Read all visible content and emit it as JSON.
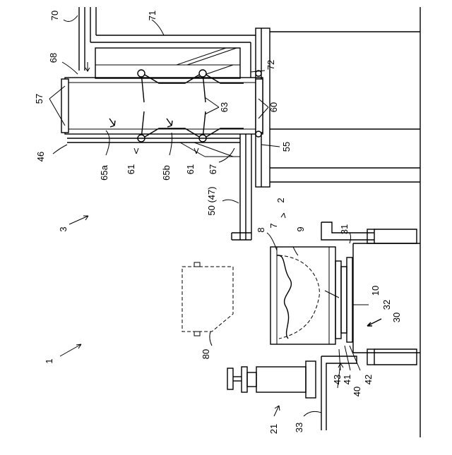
{
  "labels": {
    "l1": "1",
    "l2": "2",
    "l3": "3",
    "l7": "7",
    "l8": "8",
    "l9": "9",
    "l10": "10",
    "l21": "21",
    "l30": "30",
    "l31": "31",
    "l32": "32",
    "l33": "33",
    "l40": "40",
    "l41": "41",
    "l42": "42",
    "l43": "43",
    "l46": "46",
    "l50": "50 (47)",
    "l55": "55",
    "l57": "57",
    "l60": "60",
    "l61a": "61",
    "l61b": "61",
    "l63": "63",
    "l65a": "65a",
    "l65b": "65b",
    "l67": "67",
    "l68": "68",
    "l70": "70",
    "l71": "71",
    "l72": "72",
    "l80": "80"
  }
}
